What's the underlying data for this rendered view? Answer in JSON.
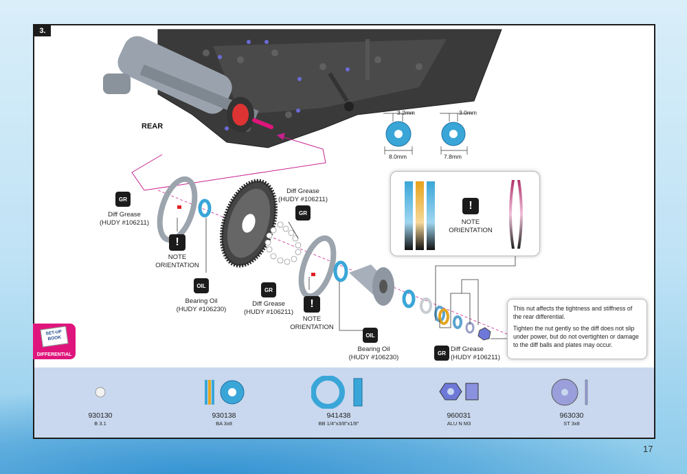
{
  "step": "3.",
  "rear_label": "REAR",
  "labels": {
    "grease_left": "Diff Grease\n(HUDY #106211)",
    "grease_top": "Diff Grease\n(HUDY #106211)",
    "grease_mid": "Diff Grease\n(HUDY #106211)",
    "grease_right": "Diff Grease\n(HUDY #106211)",
    "oil_left": "Bearing Oil\n(HUDY #106230)",
    "oil_mid": "Bearing Oil\n(HUDY #106230)",
    "note_left": "NOTE\nORIENTATION",
    "note_mid": "NOTE\nORIENTATION",
    "note_box": "NOTE\nORIENTATION",
    "dim_a_top": "3.2mm",
    "dim_a_bottom": "8.0mm",
    "dim_b_top": "3.0mm",
    "dim_b_bottom": "7.8mm"
  },
  "icons": {
    "grease": "GR",
    "oil": "OIL",
    "warning": "!"
  },
  "info": {
    "line1": "This nut affects the tightness and stiffness of the rear differential.",
    "line2": "Tighten the nut gently so the diff does not slip under power, but do not overtighten or damage to the diff balls and plates may occur."
  },
  "setup_tag": {
    "book": "SET-UP BOOK",
    "caption": "DIFFERENTIAL"
  },
  "parts": [
    {
      "code": "930130",
      "desc": "B 3.1",
      "icon": "ball-icon"
    },
    {
      "code": "930138",
      "desc": "BA 3x8",
      "icon": "thrust-bearing-icon"
    },
    {
      "code": "941438",
      "desc": "BB 1/4\"x3/8\"x1/8\"",
      "icon": "ball-bearing-icon"
    },
    {
      "code": "960031",
      "desc": "ALU N M3",
      "icon": "nut-icon"
    },
    {
      "code": "963030",
      "desc": "ST 3x8",
      "icon": "washer-icon"
    }
  ],
  "page_number": "17",
  "colors": {
    "accent_magenta": "#e0157c",
    "part_blue": "#3aa6d8",
    "strip_bg": "#c9d8ee"
  }
}
